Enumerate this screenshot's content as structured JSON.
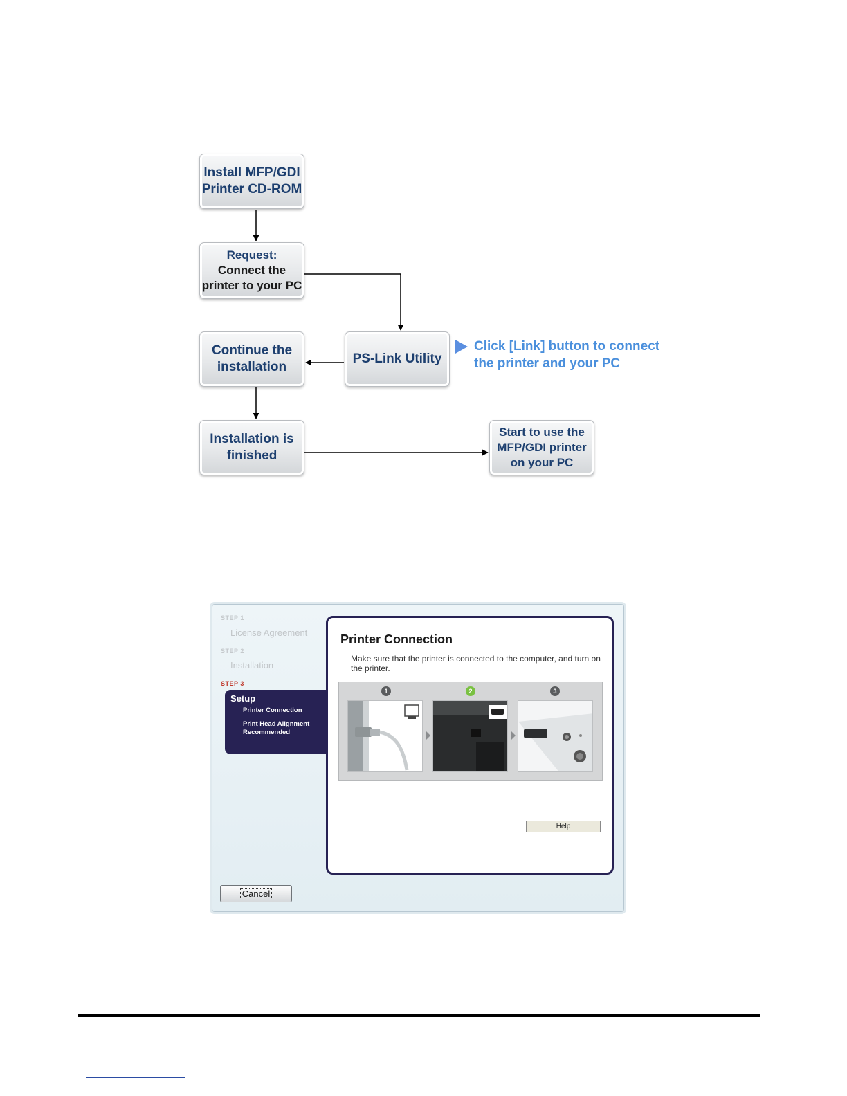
{
  "flowchart": {
    "box_install": {
      "line1": "Install MFP/GDI",
      "line2": "Printer CD-ROM"
    },
    "box_request": {
      "heading": "Request:",
      "line1": "Connect the",
      "line2": "printer to your PC"
    },
    "box_continue": {
      "line1": "Continue the",
      "line2": "installation"
    },
    "box_pslink": {
      "label": "PS-Link Utility"
    },
    "box_finished": {
      "line1": "Installation is",
      "line2": "finished"
    },
    "box_start": {
      "line1": "Start to use the",
      "line2": "MFP/GDI printer",
      "line3": "on your PC"
    },
    "note": {
      "line1": "Click [Link] button to connect",
      "line2": "the printer and your PC"
    },
    "colors": {
      "box_text": "#1d3f6f",
      "note_text": "#4a8fdc",
      "arrow": "#000000"
    }
  },
  "installer": {
    "steps": [
      {
        "tag": "STEP 1",
        "name": "License Agreement"
      },
      {
        "tag": "STEP 2",
        "name": "Installation"
      },
      {
        "tag": "STEP 3"
      }
    ],
    "setup_panel": {
      "title": "Setup",
      "items": [
        "Printer Connection",
        "Print Head Alignment Recommended"
      ]
    },
    "main": {
      "title": "Printer Connection",
      "description": "Make sure that the printer is connected to the computer, and turn on the printer.",
      "illustration_numbers": [
        "1",
        "2",
        "3"
      ]
    },
    "buttons": {
      "help": "Help",
      "cancel": "Cancel"
    },
    "colors": {
      "panel": "#272254",
      "active_step": "#c0392b",
      "current_number": "#7ac142"
    }
  }
}
